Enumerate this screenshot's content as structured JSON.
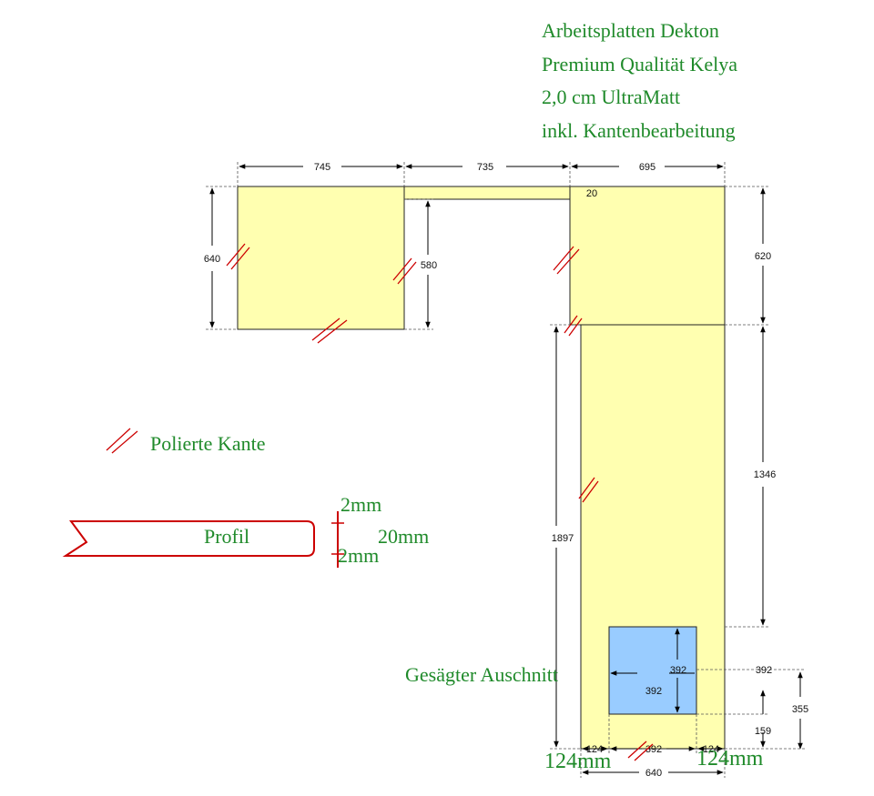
{
  "header": {
    "lines": [
      "Arbeitsplatten Dekton",
      "Premium Qualität Kelya",
      "2,0 cm UltraMatt",
      "inkl. Kantenbearbeitung"
    ]
  },
  "legend": {
    "polished_edge_label": "Polierte Kante"
  },
  "profile": {
    "label": "Profil",
    "top_chamfer": "2mm",
    "thickness": "20mm",
    "bottom_chamfer": "2mm"
  },
  "cutout": {
    "label": "Gesägter Auschnitt",
    "left_offset_label": "124mm",
    "right_offset_label": "124mm"
  },
  "dimensions": {
    "top_left_width": "745",
    "top_middle_width": "735",
    "top_right_width": "695",
    "left_height": "640",
    "left_inner_height": "580",
    "small_gap": "20",
    "right_top_height": "620",
    "right_lower_height": "1346",
    "total_height": "1897",
    "cutout_height": "392",
    "cutout_width": "392",
    "cutout_width_outer": "392",
    "cutout_offset_total": "355",
    "cutout_bottom_offset": "159",
    "edge_offset_left": "124",
    "edge_offset_right": "124",
    "bottom_cutout_width": "392",
    "bottom_total_width": "640"
  },
  "colors": {
    "worktop_fill": "#ffffb0",
    "cutout_fill": "#99ccff",
    "label_green": "#1f8a2a",
    "edge_red": "#cc0000"
  }
}
